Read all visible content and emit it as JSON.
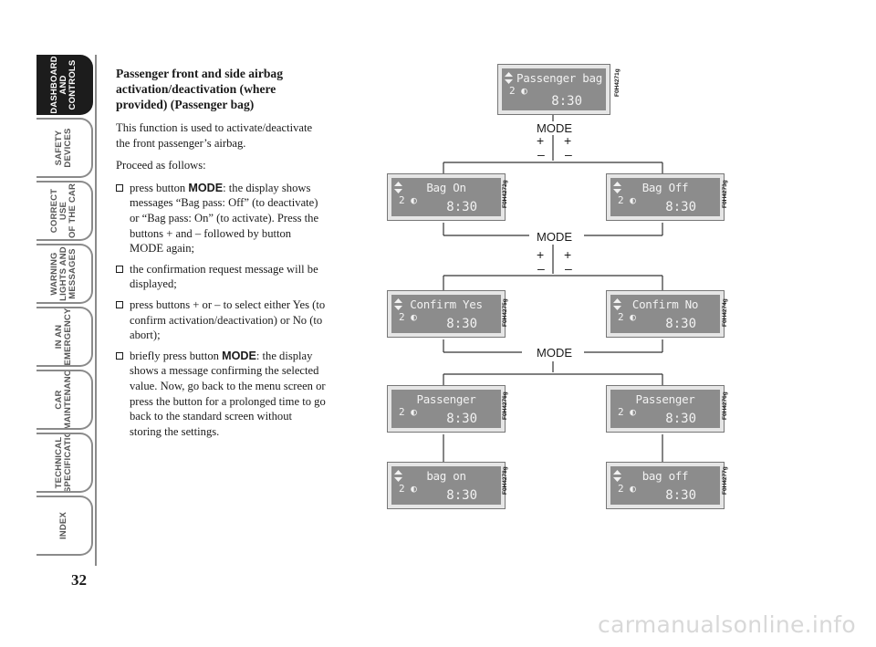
{
  "sidebar": {
    "tabs": [
      {
        "label": "DASHBOARD\nAND CONTROLS",
        "active": true
      },
      {
        "label": "SAFETY\nDEVICES",
        "active": false
      },
      {
        "label": "CORRECT USE\nOF THE CAR",
        "active": false
      },
      {
        "label": "WARNING\nLIGHTS AND\nMESSAGES",
        "active": false
      },
      {
        "label": "IN AN\nEMERGENCY",
        "active": false
      },
      {
        "label": "CAR\nMAINTENANCE",
        "active": false
      },
      {
        "label": "TECHNICAL\nSPECIFICATIONS",
        "active": false
      },
      {
        "label": "INDEX",
        "active": false
      }
    ],
    "page_number": "32"
  },
  "text": {
    "heading": "Passenger front and side airbag activation/deactivation (where provided) (Passenger bag)",
    "intro": "This function is used to activate/deactivate the front passenger’s airbag.",
    "proceed": "Proceed as follows:",
    "steps": [
      {
        "pre": "press button ",
        "bold": "MODE",
        "post": ": the display shows messages “Bag pass: Off” (to deactivate) or “Bag pass: On” (to activate). Press the buttons + and – followed by button MODE again;"
      },
      {
        "pre": "",
        "bold": "",
        "post": "the confirmation request message will be displayed;"
      },
      {
        "pre": "press buttons + or – to select either Yes (to confirm activation/deactivation) or No (to abort);",
        "bold": "",
        "post": ""
      },
      {
        "pre": "briefly press button ",
        "bold": "MODE",
        "post": ": the display shows a message confirming the selected value. Now, go back to the menu screen or press the button for a prolonged time to go back to the standard screen without storing the settings."
      }
    ]
  },
  "diagram": {
    "common_gear": "2 ◐",
    "common_time": "8:30",
    "mode_label": "MODE",
    "plus": "+",
    "minus": "–",
    "displays": {
      "top": {
        "title": "Passenger bag",
        "code": "F0H4271g"
      },
      "bag_on": {
        "title": "Bag On",
        "code": "F0H4272g"
      },
      "bag_off": {
        "title": "Bag Off",
        "code": "F0H4273g"
      },
      "confirm_yes": {
        "title": "Confirm Yes",
        "code": "F0H4275g"
      },
      "confirm_no": {
        "title": "Confirm No",
        "code": "F0H4274g"
      },
      "passenger_left": {
        "title": "Passenger",
        "code": "F0H4276g"
      },
      "passenger_right": {
        "title": "Passenger",
        "code": "F0H4276g"
      },
      "result_on": {
        "title": "bag on",
        "code": "F0H4278g"
      },
      "result_off": {
        "title": "bag off",
        "code": "F0H4277g"
      }
    }
  },
  "watermark": "carmanualsonline.info",
  "colors": {
    "lcd_bg": "#8c8c8c",
    "lcd_text": "#f2f2f2",
    "tab_active": "#1c1c1c",
    "tab_border": "#8a8a8a"
  }
}
